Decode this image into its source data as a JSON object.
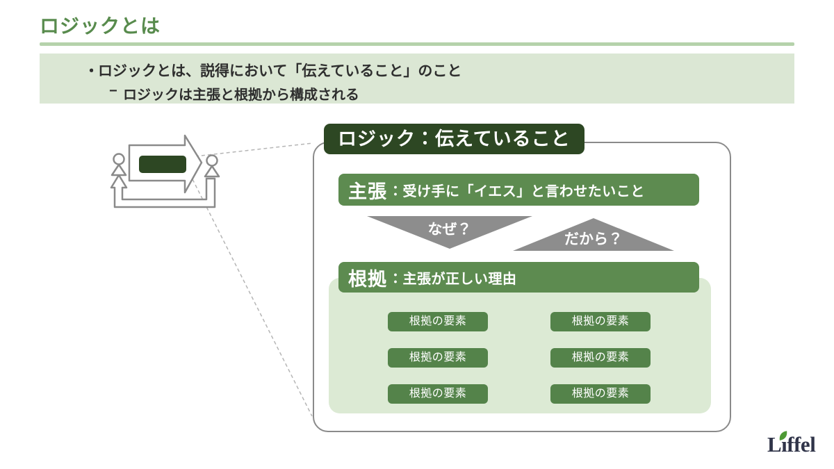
{
  "slide": {
    "title": "ロジックとは",
    "bullet_marker": "・",
    "bullet": "ロジックとは、説得において「伝えていること」のこと",
    "sub_bullet_marker": "−",
    "sub_bullet": "ロジックは主張と根拠から構成される"
  },
  "diagram": {
    "box_title": "ロジック：伝えていること",
    "claim": {
      "label": "主張",
      "desc": "：受け手に「イエス」と言わせたいこと"
    },
    "why_label": "なぜ？",
    "so_label": "だから？",
    "evidence": {
      "label": "根拠",
      "desc": "：主張が正しい理由"
    },
    "evidence_elements": [
      "根拠の要素",
      "根拠の要素",
      "根拠の要素",
      "根拠の要素",
      "根拠の要素",
      "根拠の要素"
    ]
  },
  "logo": {
    "text": "Liffel"
  },
  "colors": {
    "title_green": "#588b4d",
    "dark_green": "#2d4723",
    "bar_green": "#5d8b50",
    "chip_green": "#54834a",
    "banner_light_green": "#dbe7d4",
    "panel_light_green": "#dcead4",
    "underline_green": "#b5d2ab",
    "triangle_gray": "#8d8d8d",
    "outline_gray": "#8a8a8a",
    "logo_navy": "#303449",
    "leaf_green": "#4e9a35"
  }
}
